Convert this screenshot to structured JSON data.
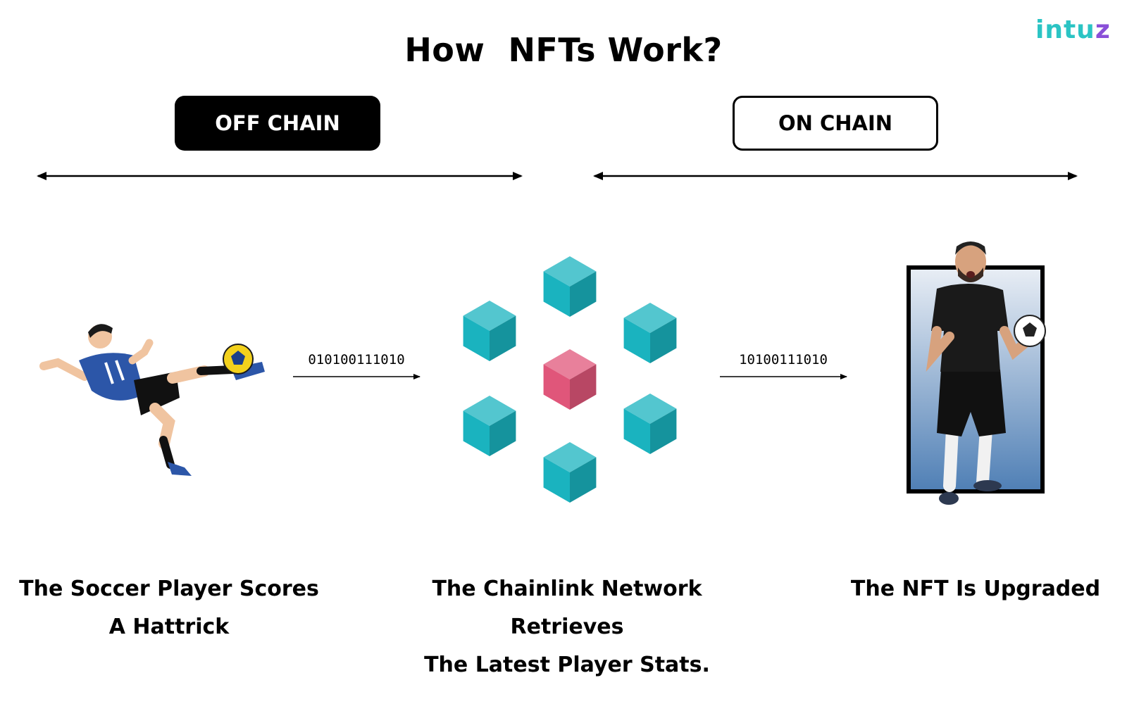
{
  "title": "How  NFTs Work?",
  "logo": {
    "text_main": "intu",
    "text_accent": "z"
  },
  "sections": {
    "off_chain": {
      "label": "OFF CHAIN"
    },
    "on_chain": {
      "label": "ON CHAIN"
    }
  },
  "flow": {
    "bits_left": "010100111010",
    "bits_right": "10100111010"
  },
  "captions": {
    "left": [
      "The Soccer Player Scores",
      "A Hattrick"
    ],
    "middle": [
      "The Chainlink Network Retrieves",
      "The Latest Player Stats."
    ],
    "right": [
      "The NFT Is Upgraded"
    ]
  },
  "colors": {
    "cube_teal": "#1ab3bf",
    "cube_pink": "#e0567a",
    "logo_teal": "#2bc4c4",
    "logo_purple": "#8a4fd8",
    "frame_blue": "#5d87b8"
  },
  "icons": {
    "player_left": "soccer-kick-illustration",
    "player_right": "soccer-player-photo"
  }
}
